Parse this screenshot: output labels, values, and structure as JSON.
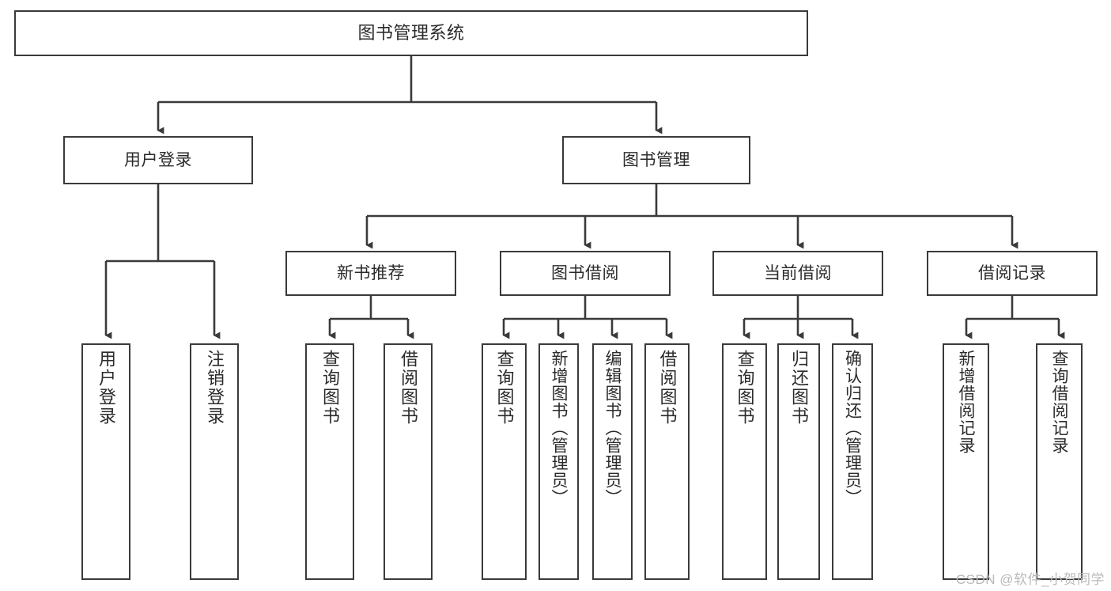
{
  "diagram": {
    "title": "图书管理系统",
    "type": "tree-hierarchy",
    "watermark": "CSDN @软件_小贺同学",
    "colors": {
      "background": "#ffffff",
      "node_border": "#3a3a3a",
      "node_fill": "#ffffff",
      "text": "#2b2b2b",
      "edge": "#3a3a3a",
      "watermark": "#b9b9b9"
    },
    "levels": {
      "root": {
        "label": "图书管理系统"
      },
      "level1": [
        {
          "id": "user-login",
          "label": "用户登录"
        },
        {
          "id": "book-management",
          "label": "图书管理"
        }
      ],
      "level2": [
        {
          "id": "new-book-recommend",
          "label": "新书推荐",
          "parent": "book-management"
        },
        {
          "id": "book-borrow",
          "label": "图书借阅",
          "parent": "book-management"
        },
        {
          "id": "current-borrow",
          "label": "当前借阅",
          "parent": "book-management"
        },
        {
          "id": "borrow-record",
          "label": "借阅记录",
          "parent": "book-management"
        }
      ],
      "leaves": [
        {
          "id": "leaf-user-login",
          "label": "用户登录",
          "parent": "user-login"
        },
        {
          "id": "leaf-logout-login",
          "label": "注销登录",
          "parent": "user-login"
        },
        {
          "id": "leaf-query-book-1",
          "label": "查询图书",
          "parent": "new-book-recommend"
        },
        {
          "id": "leaf-borrow-book-1",
          "label": "借阅图书",
          "parent": "new-book-recommend"
        },
        {
          "id": "leaf-query-book-2",
          "label": "查询图书",
          "parent": "book-borrow"
        },
        {
          "id": "leaf-add-book",
          "label": "新增图书（管理员）",
          "parent": "book-borrow"
        },
        {
          "id": "leaf-edit-book",
          "label": "编辑图书（管理员）",
          "parent": "book-borrow"
        },
        {
          "id": "leaf-borrow-book-2",
          "label": "借阅图书",
          "parent": "book-borrow"
        },
        {
          "id": "leaf-query-book-3",
          "label": "查询图书",
          "parent": "current-borrow"
        },
        {
          "id": "leaf-return-book",
          "label": "归还图书",
          "parent": "current-borrow"
        },
        {
          "id": "leaf-confirm-return",
          "label": "确认归还（管理员）",
          "parent": "current-borrow"
        },
        {
          "id": "leaf-add-record",
          "label": "新增借阅记录",
          "parent": "borrow-record"
        },
        {
          "id": "leaf-query-record",
          "label": "查询借阅记录",
          "parent": "borrow-record"
        }
      ]
    }
  }
}
